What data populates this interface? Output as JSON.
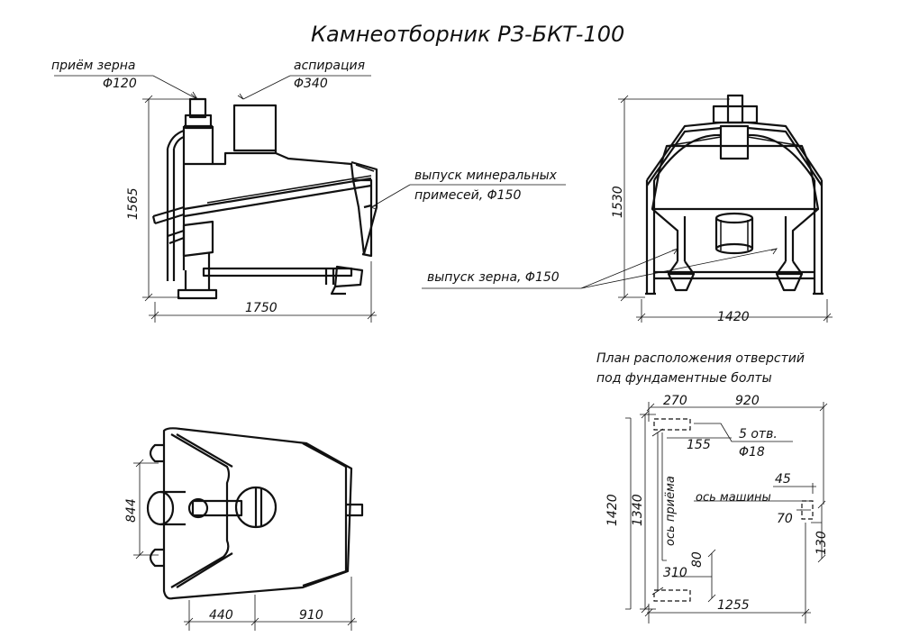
{
  "title": "Камнеотборник РЗ-БКТ-100",
  "side_view": {
    "intake_label": "приём зерна",
    "intake_dia": "Φ120",
    "aspiration_label": "аспирация",
    "aspiration_dia": "Φ340",
    "mineral_outlet_line1": "выпуск минеральных",
    "mineral_outlet_line2": "примесей, Φ150",
    "height": "1565",
    "length": "1750"
  },
  "front_view": {
    "height": "1530",
    "width": "1420",
    "grain_outlet": "выпуск зерна, Φ150"
  },
  "top_view": {
    "width": "844",
    "dim_a": "440",
    "dim_b": "910"
  },
  "bolt_plan": {
    "title_line1": "План расположения отверстий",
    "title_line2": "под фундаментные болты",
    "dim_270": "270",
    "dim_920": "920",
    "holes_count": "5 отв.",
    "holes_dia": "Φ18",
    "dim_155": "155",
    "dim_45": "45",
    "dim_1420": "1420",
    "dim_1340": "1340",
    "intake_axis": "ось приёма",
    "machine_axis": "ось машины",
    "dim_70": "70",
    "dim_130": "130",
    "dim_310": "310",
    "dim_80": "80",
    "dim_1255": "1255"
  }
}
